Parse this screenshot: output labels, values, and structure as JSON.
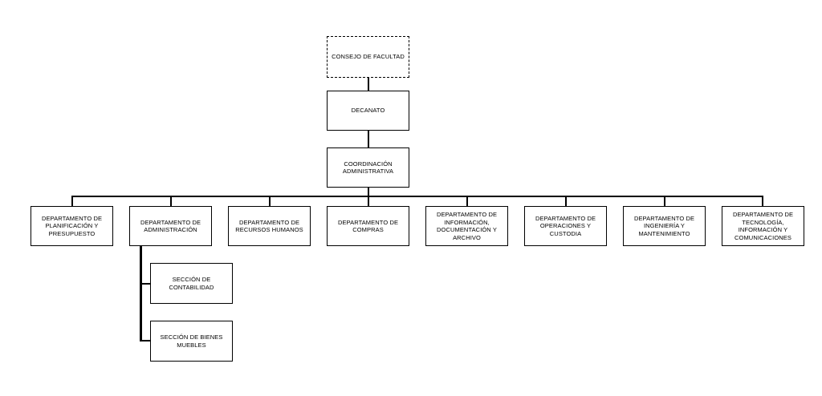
{
  "org_chart": {
    "council": "CONSEJO DE FACULTAD",
    "dean": "DECANATO",
    "coordination": [
      "COORDINACIÓN",
      "ADMINISTRATIVA"
    ],
    "departments": [
      [
        "DEPARTAMENTO DE",
        "PLANIFICACIÓN Y",
        "PRESUPUESTO"
      ],
      [
        "DEPARTAMENTO DE",
        "ADMINISTRACIÓN"
      ],
      [
        "DEPARTAMENTO DE",
        "RECURSOS HUMANOS"
      ],
      [
        "DEPARTAMENTO DE",
        "COMPRAS"
      ],
      [
        "DEPARTAMENTO DE",
        "INFORMACIÓN,",
        "DOCUMENTACIÓN Y ARCHIVO"
      ],
      [
        "DEPARTAMENTO DE",
        "OPERACIONES Y CUSTODIA"
      ],
      [
        "DEPARTAMENTO DE",
        "INGENIERÍA Y",
        "MANTENIMIENTO"
      ],
      [
        "DEPARTAMENTO DE",
        "TECNOLOGÍA,",
        "INFORMACIÓN Y",
        "COMUNICACIONES"
      ]
    ],
    "sections": [
      "SECCIÓN DE CONTABILIDAD",
      "SECCIÓN DE BIENES MUEBLES"
    ]
  }
}
